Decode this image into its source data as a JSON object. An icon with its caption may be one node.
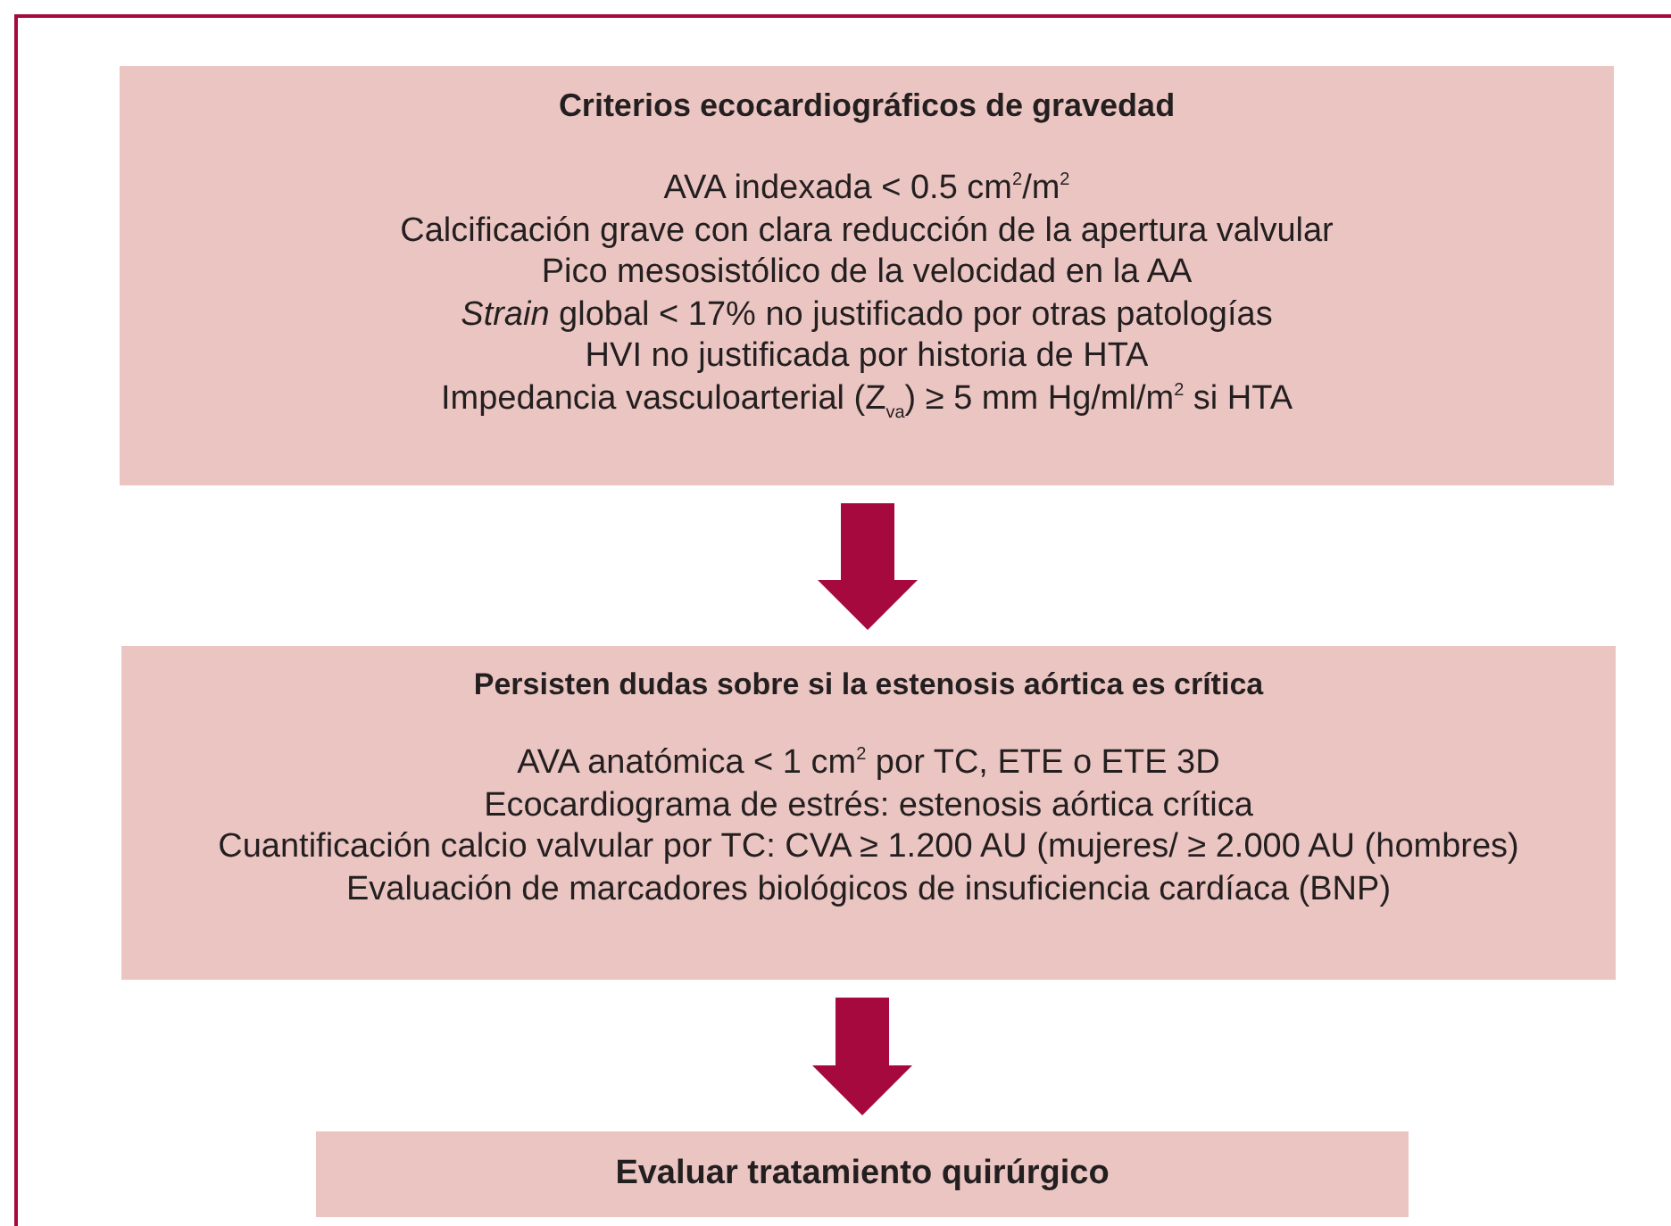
{
  "diagram": {
    "nodes": [
      {
        "text": [
          "Criterios ecocardiográficos de gravedad",
          "AVA indexada < 0.5 cm$^{2}$/m$^{2}$",
          "Calcificación grave con clara reducción de la apertura valvular",
          "Pico mesosistólico de la velocidad en la AA",
          "*Strain* global < 17% no justificado por otras patologías",
          "HVI no justificada por historia de HTA",
          "Impedancia vasculoarterial (Z$_{va}$) ≥ 5 mm Hg/ml/m$^{2}$ si HTA"
        ]
      },
      {
        "text": [
          "Persisten dudas sobre si la estenosis aórtica es crítica",
          "AVA anatómica < 1 cm$^{2}$ por TC, ETE o ETE 3D",
          "Ecocardiograma de estrés: estenosis aórtica crítica",
          "Cuantificación calcio valvular por TC: CVA ≥ 1.200 AU (mujeres/ ≥ 2.000 AU (hombres)",
          "Evaluación de marcadores biológicos de insuficiencia cardíaca (BNP)"
        ]
      },
      {
        "text": [
          "Evaluar tratamiento quirúrgico"
        ]
      }
    ],
    "edges": [
      {
        "from": 0,
        "to": 1,
        "arrow": "to"
      },
      {
        "from": 1,
        "to": 2,
        "arrow": "to"
      }
    ]
  }
}
